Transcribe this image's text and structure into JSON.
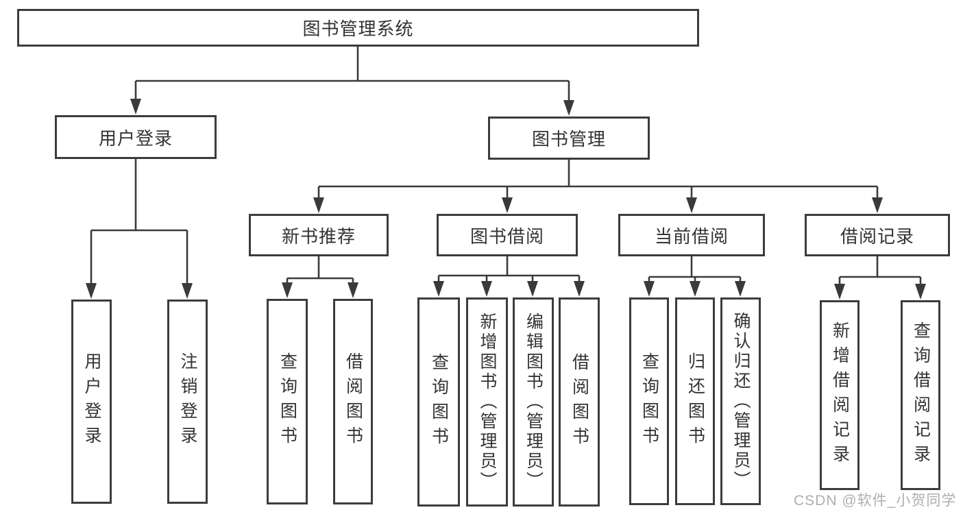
{
  "title": "图书管理系统",
  "watermark": "CSDN @软件_小贺同学",
  "colors": {
    "line": "#3a3a3a",
    "border": "#3c3c3c",
    "text": "#333333",
    "watermark": "#a5a5a5",
    "background": "#ffffff"
  },
  "tree": {
    "root": {
      "label": "图书管理系统"
    },
    "level2": [
      {
        "id": "user-login",
        "label": "用户登录",
        "children": [
          "用户登录",
          "注销登录"
        ]
      },
      {
        "id": "book-management",
        "label": "图书管理"
      }
    ],
    "level3": [
      {
        "id": "new-book-recommend",
        "label": "新书推荐",
        "children": [
          "查询图书",
          "借阅图书"
        ]
      },
      {
        "id": "book-borrowing",
        "label": "图书借阅",
        "children": [
          "查询图书",
          "新增图书（管理员）",
          "编辑图书（管理员）",
          "借阅图书"
        ]
      },
      {
        "id": "current-borrowing",
        "label": "当前借阅",
        "children": [
          "查询图书",
          "归还图书",
          "确认归还（管理员）"
        ]
      },
      {
        "id": "borrow-records",
        "label": "借阅记录",
        "children": [
          "新增借阅记录",
          "查询借阅记录"
        ]
      }
    ]
  }
}
